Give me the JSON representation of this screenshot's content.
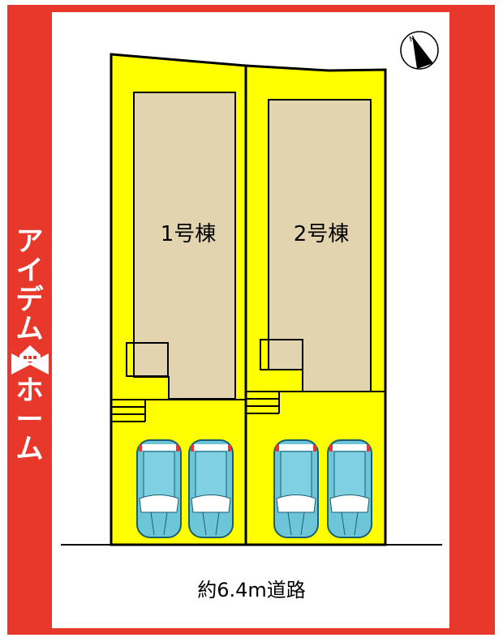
{
  "logo": {
    "text": "アイデムホーム",
    "chars_top": [
      "ア",
      "イ",
      "デ",
      "ム"
    ],
    "chars_bottom": [
      "ホ",
      "ー",
      "ム"
    ]
  },
  "lots": [
    {
      "label": "1号棟",
      "parking_spaces": 2
    },
    {
      "label": "2号棟",
      "parking_spaces": 2
    }
  ],
  "road_label": "約6.4m道路",
  "compass": {
    "icon": "north-arrow-icon",
    "letter": "N"
  },
  "colors": {
    "frame": "#e8372b",
    "lot": "#ffff00",
    "house": "#e3d4b0",
    "car": "#6cc6d8"
  }
}
